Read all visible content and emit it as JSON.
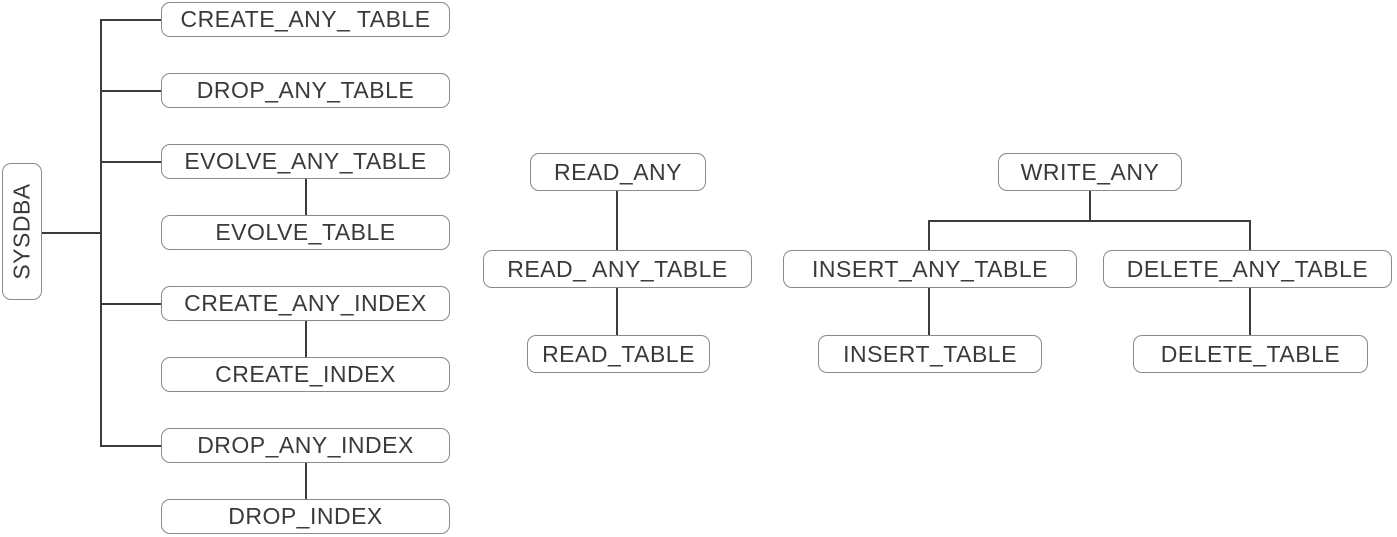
{
  "diagram_title": "",
  "colors": {
    "line": "#3c3c3c",
    "box_border": "#8a8a8a",
    "text": "#3a3a3a",
    "background": "#ffffff"
  },
  "nodes": {
    "sysdba": "SYSDBA",
    "create_any_table": "CREATE_ANY_ TABLE",
    "drop_any_table": "DROP_ANY_TABLE",
    "evolve_any_table": "EVOLVE_ANY_TABLE",
    "evolve_table": "EVOLVE_TABLE",
    "create_any_index": "CREATE_ANY_INDEX",
    "create_index": "CREATE_INDEX",
    "drop_any_index": "DROP_ANY_INDEX",
    "drop_index": "DROP_INDEX",
    "read_any": "READ_ANY",
    "read_any_table": "READ_ ANY_TABLE",
    "read_table": "READ_TABLE",
    "write_any": "WRITE_ANY",
    "insert_any_table": "INSERT_ANY_TABLE",
    "insert_table": "INSERT_TABLE",
    "delete_any_table": "DELETE_ANY_TABLE",
    "delete_table": "DELETE_TABLE"
  },
  "edges": [
    {
      "from": "sysdba",
      "to": "create_any_table"
    },
    {
      "from": "sysdba",
      "to": "drop_any_table"
    },
    {
      "from": "sysdba",
      "to": "evolve_any_table"
    },
    {
      "from": "sysdba",
      "to": "create_any_index"
    },
    {
      "from": "sysdba",
      "to": "drop_any_index"
    },
    {
      "from": "evolve_any_table",
      "to": "evolve_table"
    },
    {
      "from": "create_any_index",
      "to": "create_index"
    },
    {
      "from": "drop_any_index",
      "to": "drop_index"
    },
    {
      "from": "read_any",
      "to": "read_any_table"
    },
    {
      "from": "read_any_table",
      "to": "read_table"
    },
    {
      "from": "write_any",
      "to": "insert_any_table"
    },
    {
      "from": "write_any",
      "to": "delete_any_table"
    },
    {
      "from": "insert_any_table",
      "to": "insert_table"
    },
    {
      "from": "delete_any_table",
      "to": "delete_table"
    }
  ]
}
